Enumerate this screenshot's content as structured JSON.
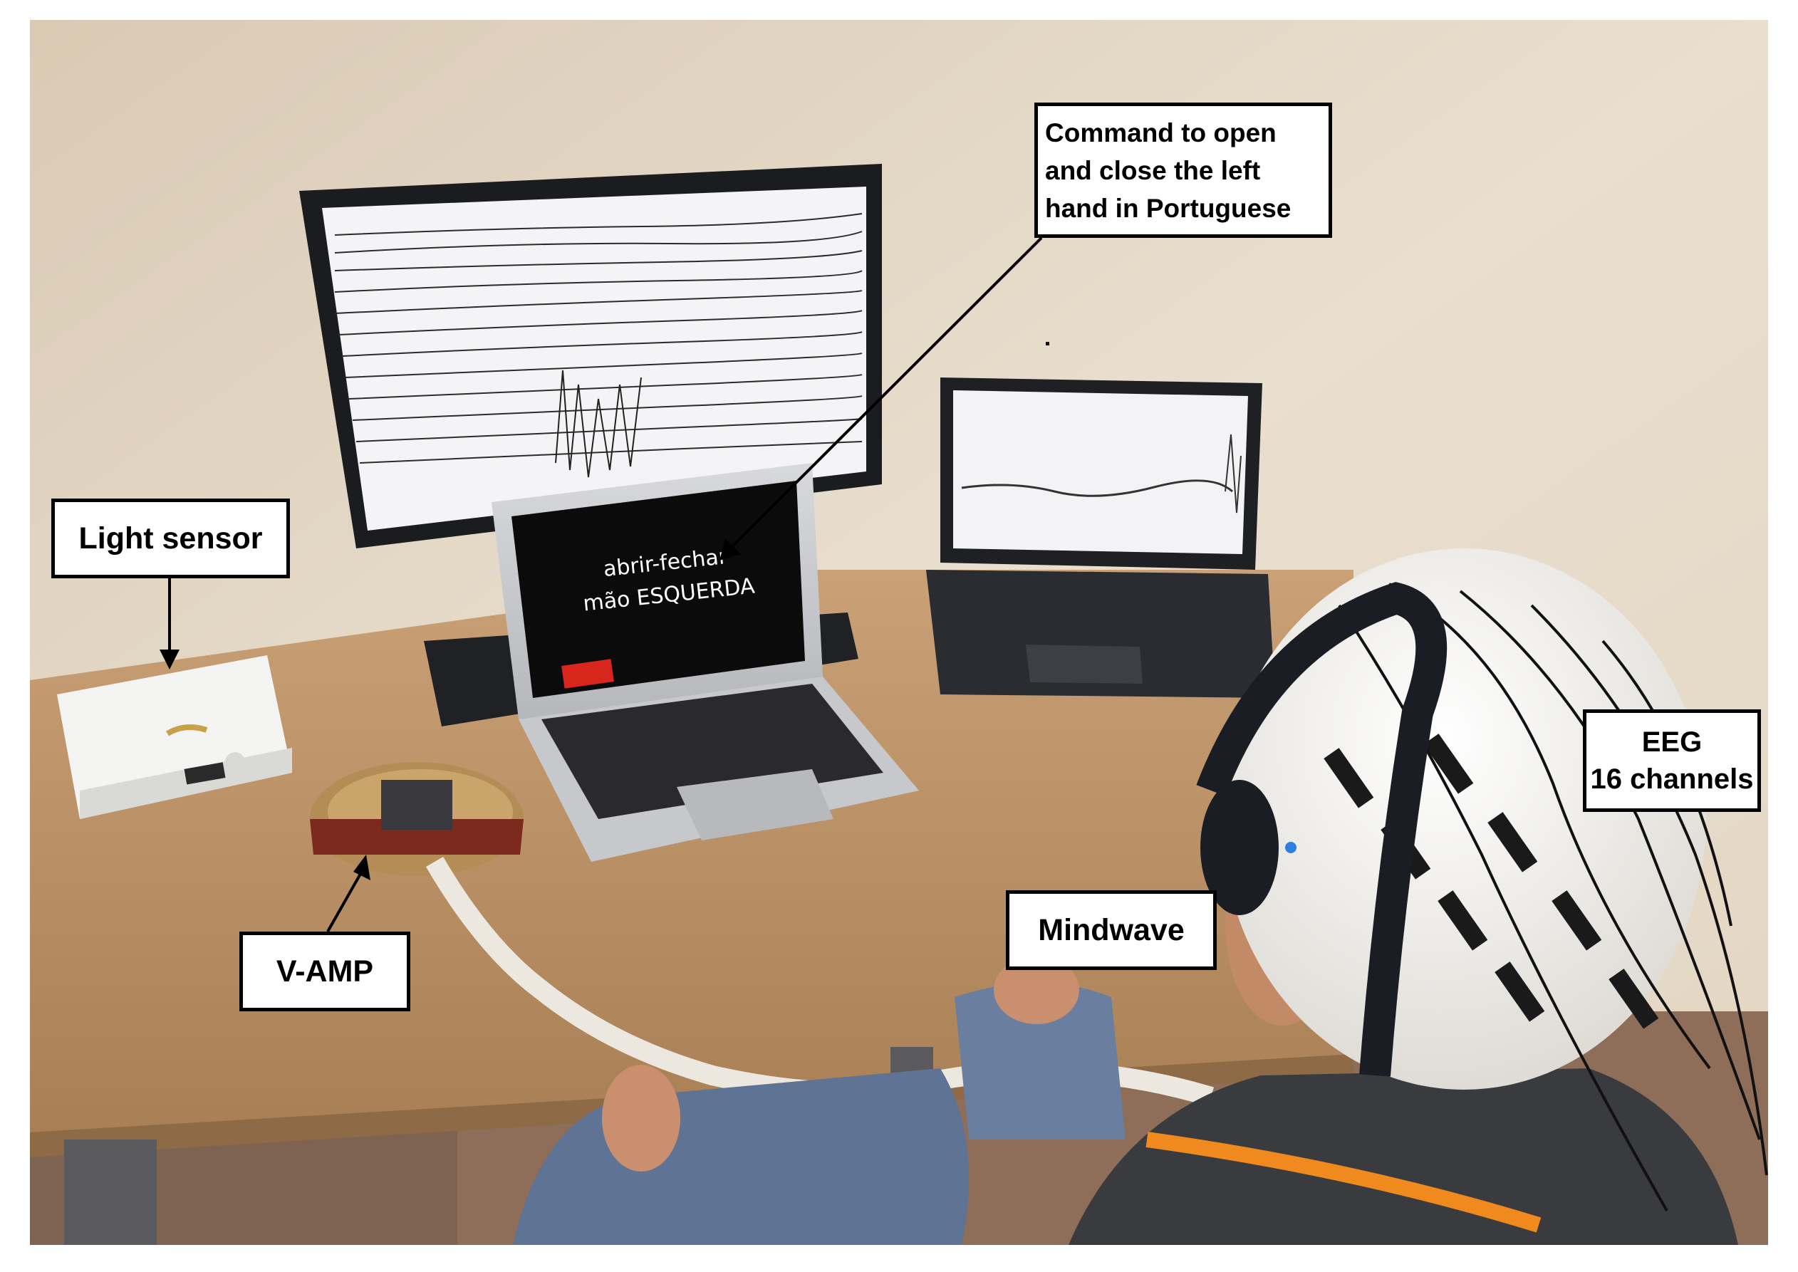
{
  "photo": {
    "laptop_screen_line1": "abrir-fechar",
    "laptop_screen_line2": "mão ESQUERDA"
  },
  "callouts": {
    "command": {
      "line1": "Command to open",
      "line2": "and close the left",
      "line3": "hand in Portuguese"
    },
    "light_sensor": "Light sensor",
    "vamp": "V-AMP",
    "mindwave": "Mindwave",
    "eeg": {
      "line1": "EEG",
      "line2": "16 channels"
    }
  },
  "colors": {
    "wall": "#e7dccb",
    "desk": "#b98f62",
    "floor": "#8a6a55",
    "cap": "#f1efea",
    "lanyard": "#f08a1e"
  }
}
